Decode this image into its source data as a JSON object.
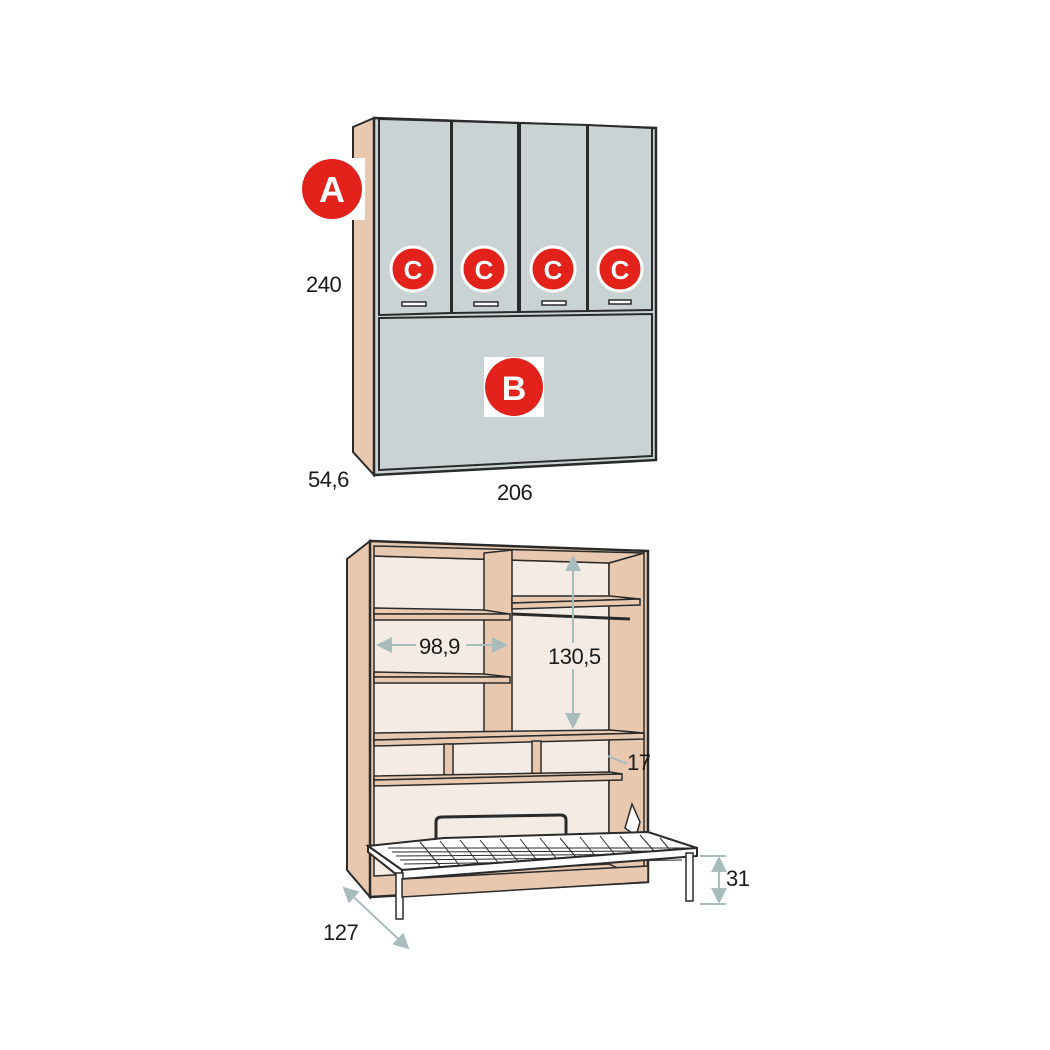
{
  "colors": {
    "panel": "#c9d3d3",
    "wood": "#e8c9b0",
    "back": "#f4ece4",
    "outline": "#2a2a2a",
    "badge": "#e3231b",
    "arrow": "#a9bcbc"
  },
  "labels": {
    "a": "A",
    "b": "B",
    "c": "C"
  },
  "top_view": {
    "height": "240",
    "depth": "54,6",
    "width": "206"
  },
  "open_view": {
    "shelf_width": "98,9",
    "hang_height": "130,5",
    "shelf_gap": "17",
    "bed_height": "31",
    "bed_depth": "127"
  }
}
